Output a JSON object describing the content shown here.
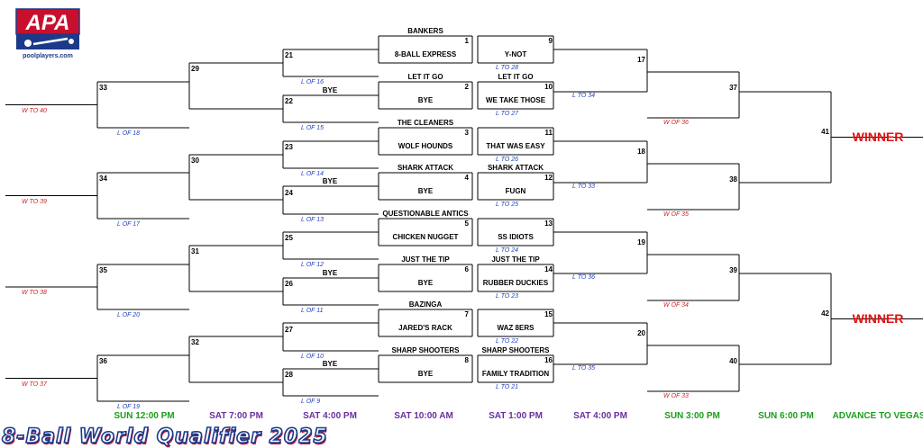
{
  "logo": {
    "brand": "APA",
    "site": "poolplayers.com"
  },
  "footer_title": "8-Ball World Qualifier 2025",
  "columns": [
    "SUN 12:00 PM",
    "SAT 7:00 PM",
    "SAT 4:00 PM",
    "SAT 10:00 AM",
    "SAT 1:00 PM",
    "SAT 4:00 PM",
    "SUN 3:00 PM",
    "SUN 6:00 PM",
    "ADVANCE TO VEGAS"
  ],
  "first_round": [
    {
      "num": "1",
      "above": "BANKERS",
      "team": "8-BALL EXPRESS"
    },
    {
      "num": "2",
      "above": "LET IT GO",
      "team": "BYE"
    },
    {
      "num": "3",
      "above": "THE CLEANERS",
      "team": "WOLF HOUNDS"
    },
    {
      "num": "4",
      "above": "SHARK ATTACK",
      "team": "BYE"
    },
    {
      "num": "5",
      "above": "QUESTIONABLE ANTICS",
      "team": "CHICKEN NUGGET"
    },
    {
      "num": "6",
      "above": "JUST THE TIP",
      "team": "BYE"
    },
    {
      "num": "7",
      "above": "BAZINGA",
      "team": "JARED'S RACK"
    },
    {
      "num": "8",
      "above": "SHARP SHOOTERS",
      "team": "BYE"
    },
    {
      "num": "9",
      "above": "",
      "team": "Y-NOT"
    },
    {
      "num": "10",
      "above": "LET IT GO",
      "team": "WE TAKE THOSE"
    },
    {
      "num": "11",
      "above": "",
      "team": "THAT WAS EASY"
    },
    {
      "num": "12",
      "above": "SHARK ATTACK",
      "team": "FUGN"
    },
    {
      "num": "13",
      "above": "",
      "team": "SS IDIOTS"
    },
    {
      "num": "14",
      "above": "JUST THE TIP",
      "team": "RUBBER DUCKIES"
    },
    {
      "num": "15",
      "above": "",
      "team": "WAZ 8ERS"
    },
    {
      "num": "16",
      "above": "SHARP SHOOTERS",
      "team": "FAMILY TRADITION"
    }
  ],
  "left_r2": [
    {
      "num": "21",
      "above": "",
      "note": "L OF 16"
    },
    {
      "num": "22",
      "above": "BYE",
      "note": "L OF 15"
    },
    {
      "num": "23",
      "above": "",
      "note": "L OF 14"
    },
    {
      "num": "24",
      "above": "BYE",
      "note": "L OF 13"
    },
    {
      "num": "25",
      "above": "",
      "note": "L OF 12"
    },
    {
      "num": "26",
      "above": "BYE",
      "note": "L OF 11"
    },
    {
      "num": "27",
      "above": "",
      "note": "L OF 10"
    },
    {
      "num": "28",
      "above": "BYE",
      "note": "L OF 9"
    }
  ],
  "left_r3": [
    {
      "num": "29"
    },
    {
      "num": "30"
    },
    {
      "num": "31"
    },
    {
      "num": "32"
    }
  ],
  "left_r4": [
    {
      "num": "33",
      "note": "L OF 18",
      "wnote": "W TO 40"
    },
    {
      "num": "34",
      "note": "L OF 17",
      "wnote": "W TO 39"
    },
    {
      "num": "35",
      "note": "L OF 20",
      "wnote": "W TO 38"
    },
    {
      "num": "36",
      "note": "L OF 19",
      "wnote": "W TO 37"
    }
  ],
  "right_loser_notes": [
    "L TO 28",
    "L TO 27",
    "L TO 26",
    "L TO 25",
    "L TO 24",
    "L TO 23",
    "L TO 22",
    "L TO 21"
  ],
  "right_r2": [
    {
      "num": "17",
      "note": "L TO 34"
    },
    {
      "num": "18",
      "note": "L TO 33"
    },
    {
      "num": "19",
      "note": "L TO 36"
    },
    {
      "num": "20",
      "note": "L TO 35"
    }
  ],
  "right_r3": [
    {
      "num": "37",
      "note": "W OF 36"
    },
    {
      "num": "38",
      "note": "W OF 35"
    },
    {
      "num": "39",
      "note": "W OF 34"
    },
    {
      "num": "40",
      "note": "W OF 33"
    }
  ],
  "final": [
    {
      "num": "41",
      "label": "WINNER"
    },
    {
      "num": "42",
      "label": "WINNER"
    }
  ]
}
